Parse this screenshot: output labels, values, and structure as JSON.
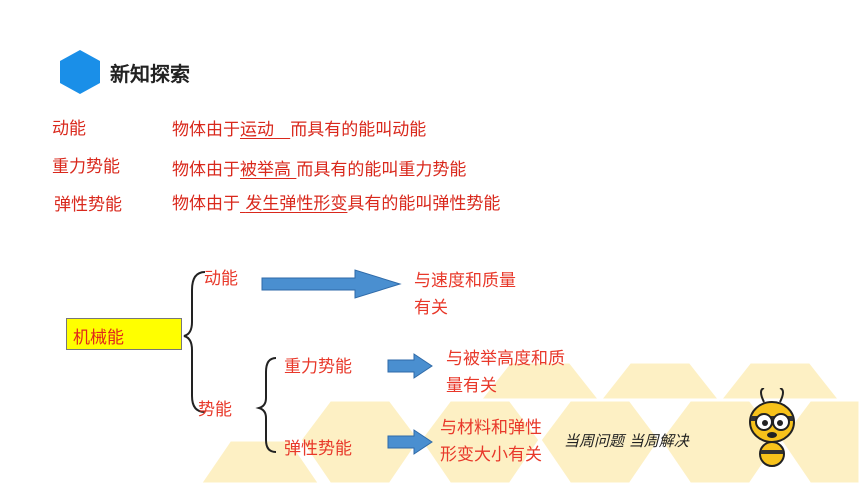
{
  "header": {
    "title": "新知探索"
  },
  "definitions": [
    {
      "term": "动能",
      "prefix": "物体由于",
      "blank": "运动",
      "suffix": "而具有的能叫动能"
    },
    {
      "term": "重力势能",
      "prefix": "物体由于",
      "blank": "被举高",
      "suffix": "而具有的能叫重力势能"
    },
    {
      "term": "弹性势能",
      "prefix": "物体由于",
      "blank": "发生弹性形变",
      "suffix": "具有的能叫弹性势能"
    }
  ],
  "mindmap": {
    "root": "机械能",
    "kinetic": {
      "label": "动能",
      "factor_line1": "与速度和质量",
      "factor_line2": "有关"
    },
    "potential": {
      "label": "势能",
      "gravity": {
        "label": "重力势能",
        "factor_line1": "与被举高度和质",
        "factor_line2": "量有关"
      },
      "elastic": {
        "label": "弹性势能",
        "factor_line1": "与材料和弹性",
        "factor_line2": "形变大小有关"
      }
    }
  },
  "footer": {
    "slogan": "当周问题 当周解决"
  },
  "colors": {
    "accent_blue": "#1a8fe8",
    "text_red": "#e8382a",
    "root_fill": "#ffff00",
    "arrow_blue": "#4a8fd0",
    "honeycomb": "#fbe9b3"
  }
}
